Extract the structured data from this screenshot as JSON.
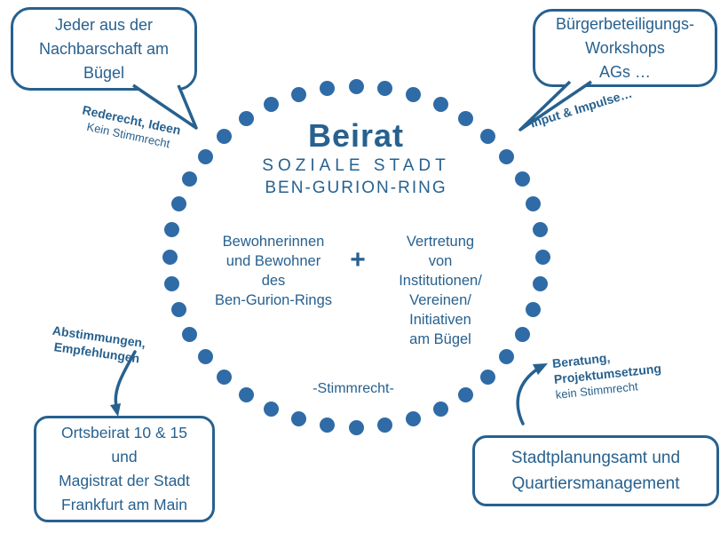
{
  "colors": {
    "accent": "#27618f",
    "dots": "#2f6ba6"
  },
  "center": {
    "title": "Beirat",
    "subtitle1": "SOZIALE STADT",
    "subtitle2": "BEN-GURION-RING",
    "left_lines": [
      "Bewohnerinnen",
      "und Bewohner",
      "des",
      "Ben-Gurion-Rings"
    ],
    "plus": "+",
    "right_lines": [
      "Vertretung",
      "von",
      "Institutionen/",
      "Vereinen/",
      "Initiativen",
      "am Bügel"
    ],
    "stimmrecht": "-Stimmrecht-"
  },
  "bubbles": {
    "top_left": {
      "lines": [
        "Jeder aus der",
        "Nachbarschaft am",
        "Bügel"
      ]
    },
    "top_right": {
      "lines": [
        "Bürgerbeteiligungs-",
        "Workshops",
        "AGs …"
      ]
    },
    "bottom_left": {
      "lines": [
        "Ortsbeirat 10 & 15",
        "und",
        "Magistrat der Stadt",
        "Frankfurt am Main"
      ]
    },
    "bottom_right": {
      "lines": [
        "Stadtplanungsamt und",
        "Quartiersmanagement"
      ]
    }
  },
  "annotations": {
    "top_left": {
      "bold": "Rederecht, Ideen",
      "normal": "Kein Stimmrecht"
    },
    "top_right": {
      "bold": "Input & Impulse…"
    },
    "bottom_left": {
      "bold1": "Abstimmungen,",
      "bold2": "Empfehlungen"
    },
    "bottom_right": {
      "bold1": "Beratung,",
      "bold2": "Projektumsetzung",
      "normal": "kein Stimmrecht"
    }
  }
}
